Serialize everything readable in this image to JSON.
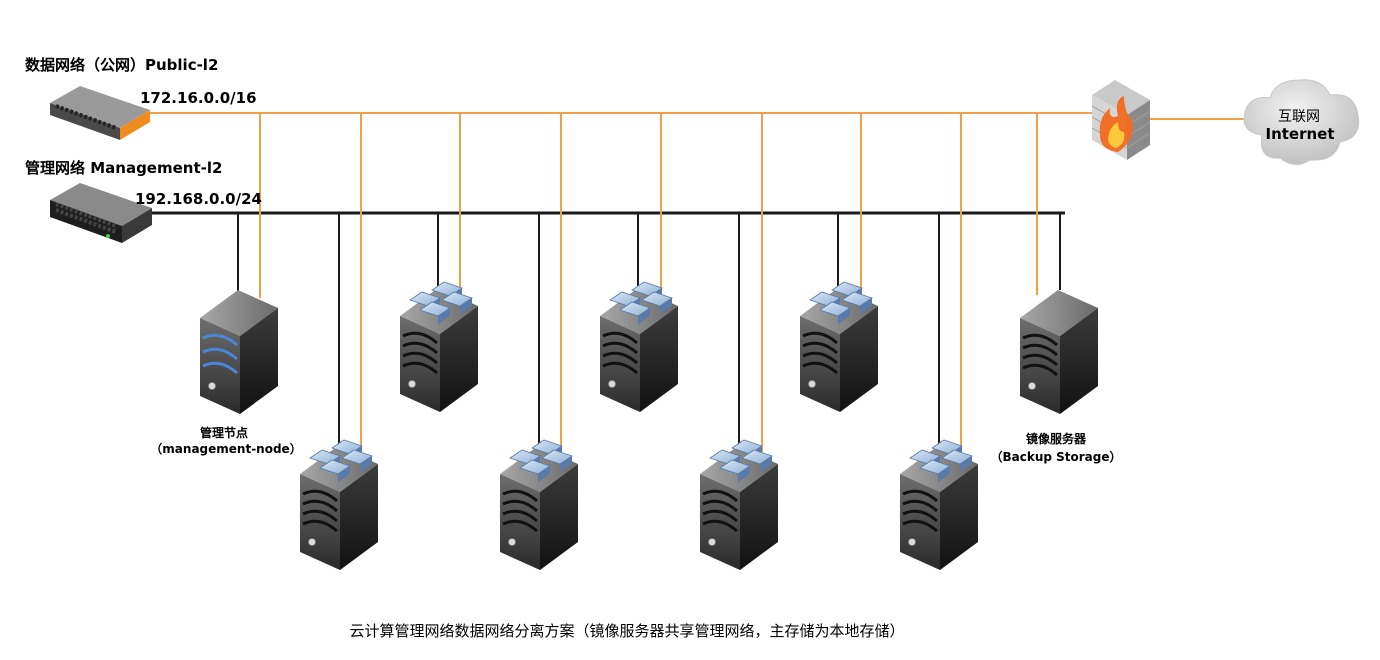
{
  "public_network": {
    "title": "数据网络（公网）Public-l2",
    "subnet": "172.16.0.0/16",
    "line_color": "#f0a04b"
  },
  "management_network": {
    "title": "管理网络 Management-l2",
    "subnet": "192.168.0.0/24",
    "line_color": "#1a1a1a"
  },
  "internet": {
    "line1": "互联网",
    "line2": "Internet"
  },
  "management_node": {
    "label": "管理节点",
    "sublabel": "（management-node）"
  },
  "backup_storage": {
    "label": "镜像服务器",
    "sublabel": "（Backup Storage）"
  },
  "caption": "云计算管理网络数据网络分离方案（镜像服务器共享管理网络，主存储为本地存储）"
}
